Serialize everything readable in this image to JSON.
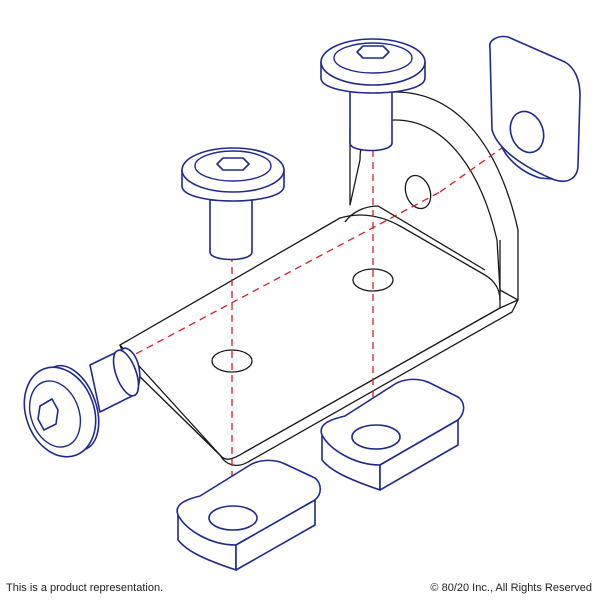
{
  "footer": {
    "disclaimer": "This is a product representation.",
    "copyright": "© 80/20 Inc., All Rights Reserved"
  },
  "colors": {
    "hardware_outline": "#1f2a8c",
    "bracket_outline": "#1a1a1a",
    "assembly_axis": "#d0202e",
    "background": "#ffffff"
  },
  "parts": [
    "bracket",
    "button-head-socket-cap-screw",
    "t-nut"
  ],
  "icons": [
    "hex-socket-icon"
  ]
}
